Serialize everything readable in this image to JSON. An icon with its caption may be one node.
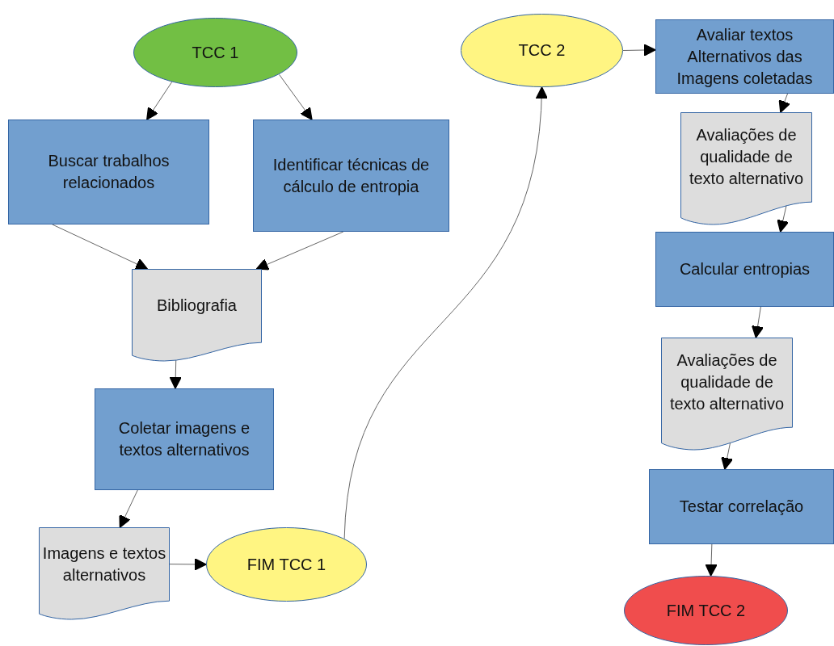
{
  "diagram": {
    "nodes": [
      {
        "text": [
          "TCC 1"
        ]
      },
      {
        "text": [
          "Buscar trabalhos relacionados"
        ]
      },
      {
        "text": [
          "Identificar técnicas de cálculo de entropia"
        ]
      },
      {
        "text": [
          "Bibliografia"
        ]
      },
      {
        "text": [
          "Coletar imagens e textos alternativos"
        ]
      },
      {
        "text": [
          "Imagens e textos alternativos"
        ]
      },
      {
        "text": [
          "FIM TCC 1"
        ]
      },
      {
        "text": [
          "TCC 2"
        ]
      },
      {
        "text": [
          "Avaliar textos Alternativos das Imagens coletadas"
        ]
      },
      {
        "text": [
          "Avaliações de qualidade de texto alternativo"
        ]
      },
      {
        "text": [
          "Calcular entropias"
        ]
      },
      {
        "text": [
          "Avaliações de qualidade de texto alternativo"
        ]
      },
      {
        "text": [
          "Testar correlação"
        ]
      },
      {
        "text": [
          "FIM TCC 2"
        ]
      }
    ],
    "edges": [
      {
        "from": 0,
        "to": 1,
        "arrow": "to"
      },
      {
        "from": 0,
        "to": 2,
        "arrow": "to"
      },
      {
        "from": 1,
        "to": 3,
        "arrow": "to"
      },
      {
        "from": 2,
        "to": 3,
        "arrow": "to"
      },
      {
        "from": 3,
        "to": 4,
        "arrow": "to"
      },
      {
        "from": 4,
        "to": 5,
        "arrow": "to"
      },
      {
        "from": 5,
        "to": 6,
        "arrow": "to"
      },
      {
        "from": 6,
        "to": 7,
        "arrow": "to"
      },
      {
        "from": 7,
        "to": 8,
        "arrow": "to"
      },
      {
        "from": 8,
        "to": 9,
        "arrow": "to"
      },
      {
        "from": 9,
        "to": 10,
        "arrow": "to"
      },
      {
        "from": 10,
        "to": 11,
        "arrow": "to"
      },
      {
        "from": 11,
        "to": 12,
        "arrow": "to"
      },
      {
        "from": 12,
        "to": 13,
        "arrow": "to"
      }
    ]
  }
}
